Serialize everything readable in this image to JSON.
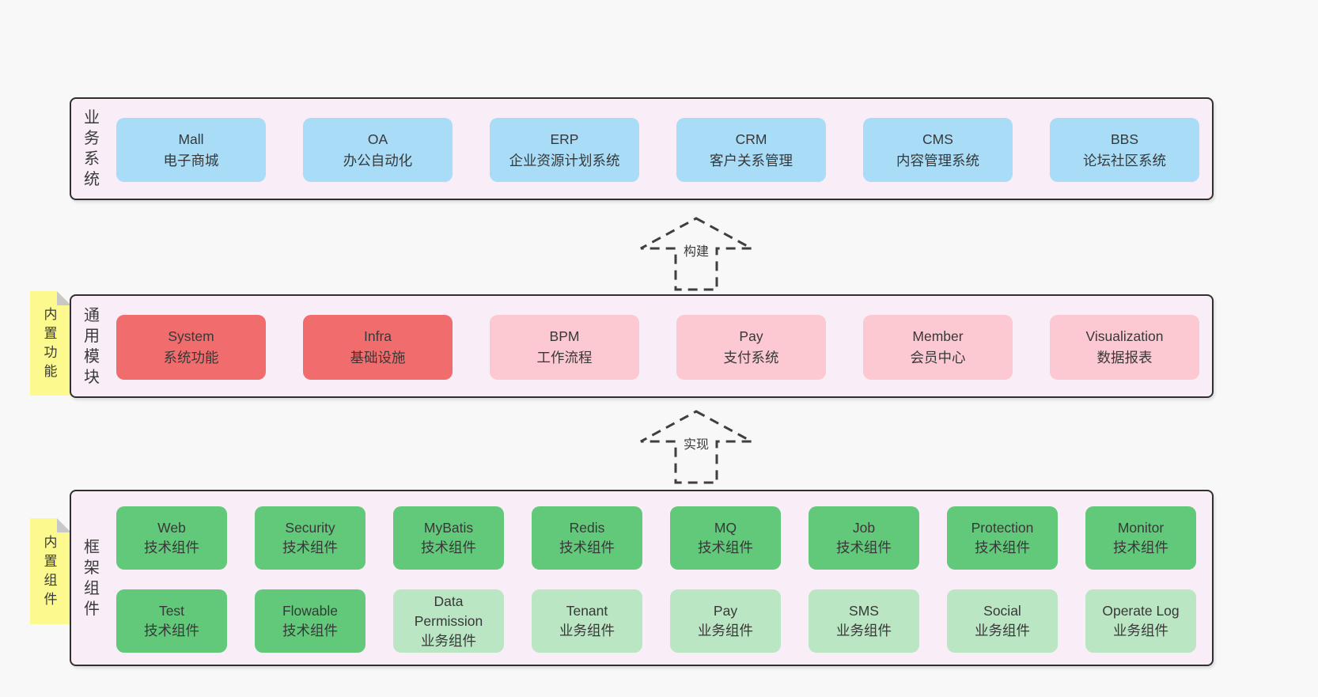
{
  "palette": {
    "page_bg": "#f8f8f8",
    "band_bg": "#f9eef7",
    "band_border": "#303030",
    "blue": "#a9dcf7",
    "red": "#f16d6d",
    "pink": "#fcc9d3",
    "green": "#62c97b",
    "light_green": "#bae6c3",
    "sticky_yellow": "#fcf98e",
    "fold_gray": "#c8c8c8",
    "text": "#3a3a3a"
  },
  "bands": [
    {
      "label": "业务系统",
      "boxes": [
        {
          "en": "Mall",
          "zh": "电子商城"
        },
        {
          "en": "OA",
          "zh": "办公自动化"
        },
        {
          "en": "ERP",
          "zh": "企业资源计划系统"
        },
        {
          "en": "CRM",
          "zh": "客户关系管理"
        },
        {
          "en": "CMS",
          "zh": "内容管理系统"
        },
        {
          "en": "BBS",
          "zh": "论坛社区系统"
        }
      ]
    },
    {
      "label": "通用模块",
      "sticky": "内置功能",
      "boxes": [
        {
          "en": "System",
          "zh": "系统功能"
        },
        {
          "en": "Infra",
          "zh": "基础设施"
        },
        {
          "en": "BPM",
          "zh": "工作流程"
        },
        {
          "en": "Pay",
          "zh": "支付系统"
        },
        {
          "en": "Member",
          "zh": "会员中心"
        },
        {
          "en": "Visualization",
          "zh": "数据报表"
        }
      ]
    },
    {
      "label": "框架组件",
      "sticky": "内置组件",
      "boxes": [
        {
          "en": "Web",
          "zh": "技术组件"
        },
        {
          "en": "Security",
          "zh": "技术组件"
        },
        {
          "en": "MyBatis",
          "zh": "技术组件"
        },
        {
          "en": "Redis",
          "zh": "技术组件"
        },
        {
          "en": "MQ",
          "zh": "技术组件"
        },
        {
          "en": "Job",
          "zh": "技术组件"
        },
        {
          "en": "Protection",
          "zh": "技术组件"
        },
        {
          "en": "Monitor",
          "zh": "技术组件"
        },
        {
          "en": "Test",
          "zh": "技术组件"
        },
        {
          "en": "Flowable",
          "zh": "技术组件"
        },
        {
          "en": "Data Permission",
          "zh": "业务组件"
        },
        {
          "en": "Tenant",
          "zh": "业务组件"
        },
        {
          "en": "Pay",
          "zh": "业务组件"
        },
        {
          "en": "SMS",
          "zh": "业务组件"
        },
        {
          "en": "Social",
          "zh": "业务组件"
        },
        {
          "en": "Operate Log",
          "zh": "业务组件"
        }
      ]
    }
  ],
  "arrows": [
    {
      "label": "构建"
    },
    {
      "label": "实现"
    }
  ]
}
